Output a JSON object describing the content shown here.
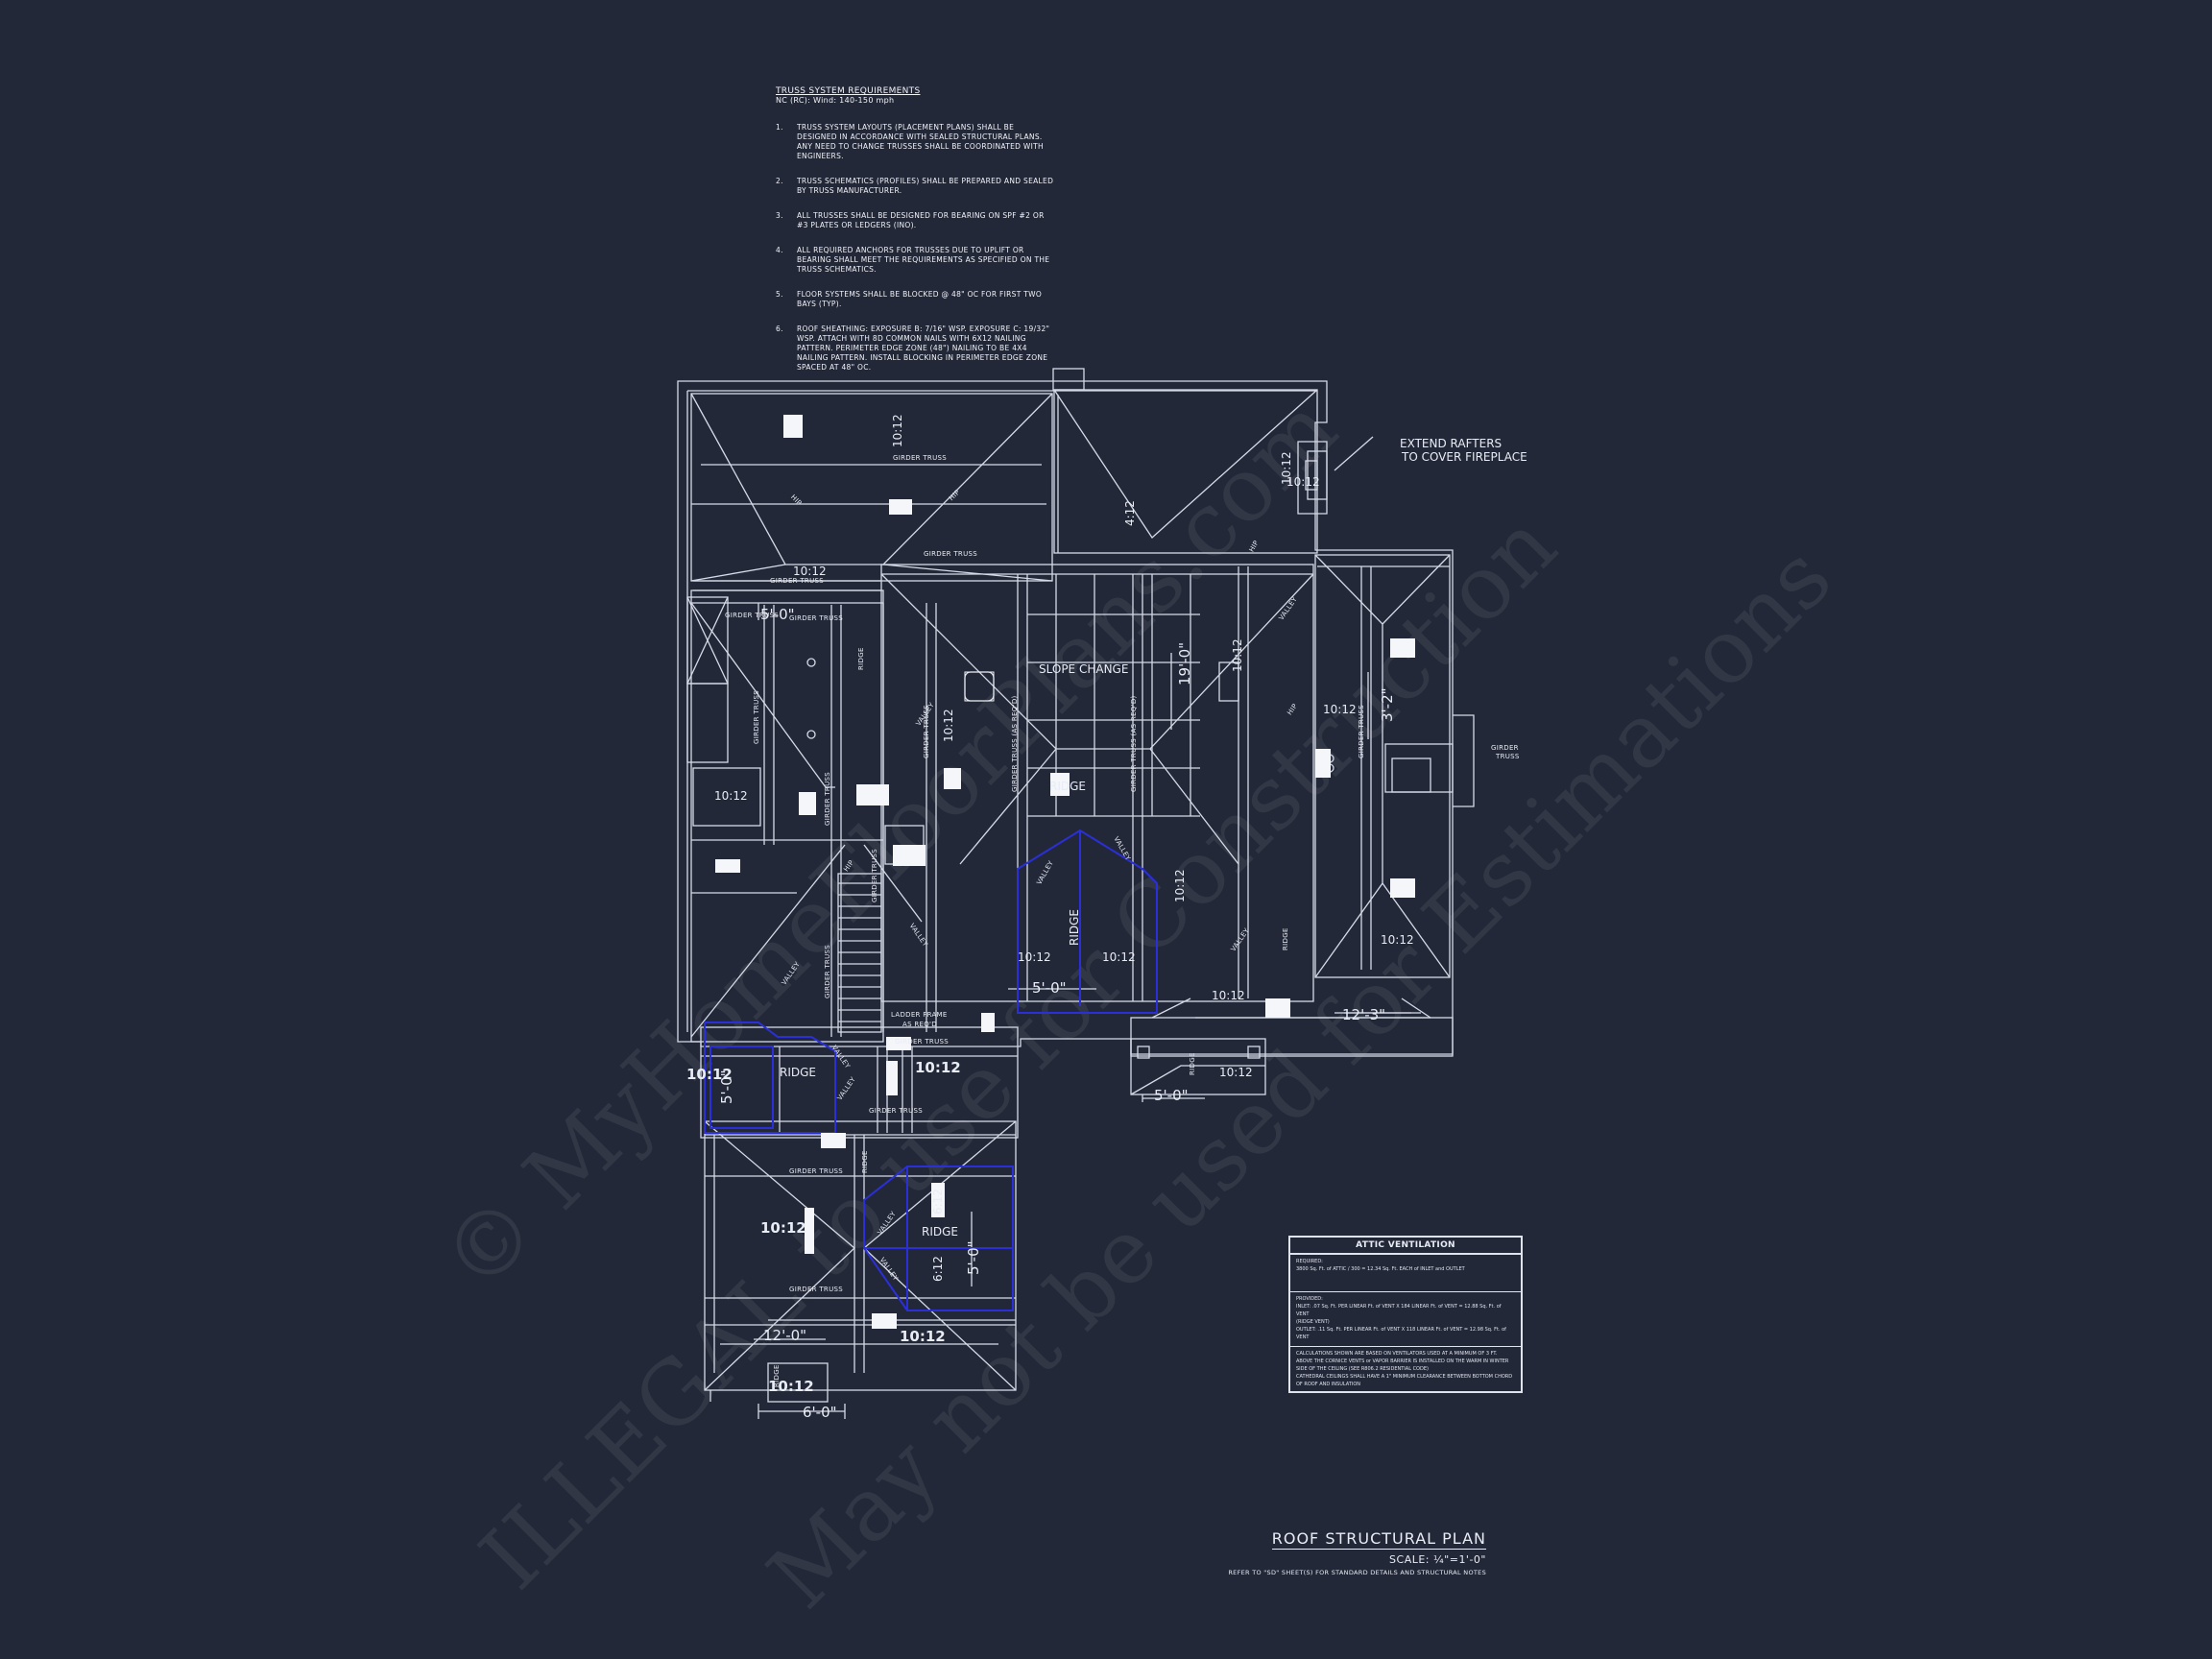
{
  "notes": {
    "title": "TRUSS SYSTEM REQUIREMENTS",
    "subtitle": "NC (RC): Wind: 140-150 mph",
    "items": [
      {
        "num": "1.",
        "text": "TRUSS SYSTEM LAYOUTS (PLACEMENT PLANS) SHALL BE DESIGNED IN ACCORDANCE WITH SEALED STRUCTURAL PLANS. ANY NEED TO CHANGE TRUSSES SHALL BE COORDINATED WITH ENGINEERS."
      },
      {
        "num": "2.",
        "text": "TRUSS SCHEMATICS (PROFILES) SHALL BE PREPARED AND SEALED BY TRUSS MANUFACTURER."
      },
      {
        "num": "3.",
        "text": "ALL TRUSSES SHALL BE DESIGNED FOR BEARING ON SPF #2 OR #3 PLATES OR LEDGERS (INO)."
      },
      {
        "num": "4.",
        "text": "ALL REQUIRED ANCHORS FOR TRUSSES DUE TO UPLIFT OR BEARING SHALL MEET THE REQUIREMENTS AS SPECIFIED ON THE TRUSS SCHEMATICS."
      },
      {
        "num": "5.",
        "text": "FLOOR SYSTEMS SHALL BE BLOCKED @ 48\" OC FOR FIRST TWO BAYS (TYP)."
      },
      {
        "num": "6.",
        "text": "ROOF SHEATHING: EXPOSURE B: 7/16\" WSP. EXPOSURE C: 19/32\" WSP. ATTACH WITH 8d COMMON NAILS WITH 6x12 NAILING PATTERN. PERIMETER EDGE ZONE (48\") NAILING TO BE 4x4 NAILING PATTERN. INSTALL BLOCKING IN PERIMETER EDGE ZONE SPACED AT 48\" OC."
      }
    ]
  },
  "labels": {
    "girder_truss": "GIRDER TRUSS",
    "hip": "HIP",
    "ridge": "RIDGE",
    "valley": "VALLEY",
    "slope_change": "SLOPE CHANGE",
    "ladder_frame": "LADDER FRAME",
    "as_reqd": "AS REQ'D",
    "girder": "GIRDER",
    "truss": "TRUSS",
    "extend_rafters_1": "EXTEND RAFTERS",
    "extend_rafters_2": "TO COVER FIREPLACE",
    "girder_truss_as_reqd": "GIRDER TRUSS (AS REQ'D)",
    "pitch_10_12": "10:12",
    "pitch_4_12": "4:12",
    "pitch_6_12": "6:12",
    "dim_5_0": "5'-0\"",
    "dim_19_0": "19'-0\"",
    "dim_3_2": "3'-2\"",
    "dim_12_3": "12'-3\"",
    "dim_12_0": "12'-0\"",
    "dim_6_0": "6'-0\""
  },
  "ventilation": {
    "title": "ATTIC VENTILATION",
    "required_label": "REQUIRED:",
    "required_line": "3800  Sq. Ft. of ATTIC / 300 = 12.34 Sq. Ft. EACH of INLET and OUTLET",
    "provided_label": "PROVIDED:",
    "inlet_line": "INLET: .07 Sq. Ft. PER LINEAR Ft. of VENT  X  184 LINEAR Ft. of VENT  =  12.88 Sq. Ft. of VENT",
    "ridge_vent": "(RIDGE VENT)",
    "outlet_line": "OUTLET: .11 Sq. Ft. PER LINEAR Ft. of VENT  X  118 LINEAR Ft. of VENT  =  12.98 Sq. Ft. of VENT",
    "note1": "CALCULATIONS SHOWN ARE BASED ON VENTILATORS USED AT A MINIMUM OF 3 FT. ABOVE THE CORNICE VENTS or VAPOR BARRIER IS INSTALLED ON THE WARM IN WINTER SIDE OF THE CEILING (SEE R806.2 RESIDENTIAL CODE)",
    "note2": "CATHEDRAL CEILINGS SHALL HAVE A 1\" MINIMUM CLEARANCE BETWEEN BOTTOM CHORD OF ROOF AND INSULATION"
  },
  "title_block": {
    "title": "ROOF STRUCTURAL PLAN",
    "scale": "SCALE: ¼\"=1'-0\"",
    "refer": "REFER TO \"SD\" SHEET(S) FOR STANDARD DETAILS AND STRUCTURAL NOTES"
  },
  "watermark": {
    "line1": "© MyHomeFloorPlans.com",
    "line2": "ILLEGAL to use for Construction",
    "line3": "May not be used for Estimations"
  },
  "colors": {
    "background": "#232839",
    "linework": "#d5dae6",
    "accent_blue": "#2a2fd8"
  }
}
